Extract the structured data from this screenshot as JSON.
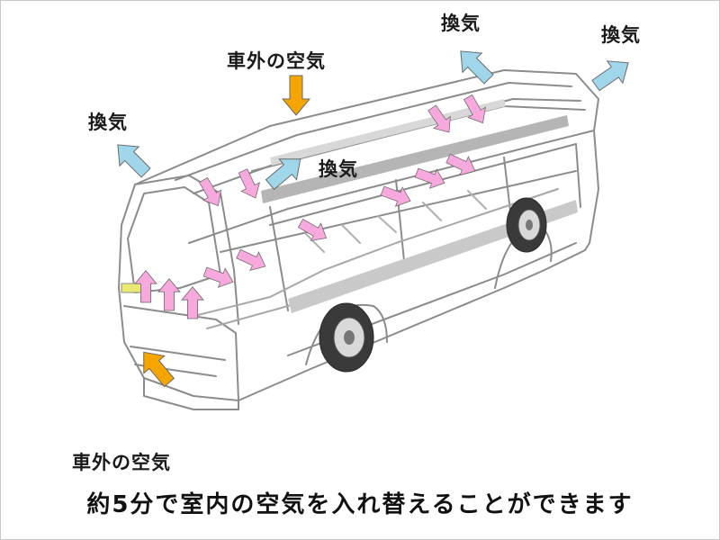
{
  "labels": {
    "exhaust": "換気",
    "outside_air": "車外の空気"
  },
  "caption": "約5分で室内の空気を入れ替えることができます",
  "colors": {
    "exhaust_arrow": "#9fd6ea",
    "outside_air_arrow": "#f5a400",
    "internal_flow_arrow": "#f7a8dc",
    "arrow_outline": "#6a6a6a",
    "bus_line": "#8c8c8c",
    "bus_shade": "#c9c9c9"
  },
  "icons": {
    "exhaust": "arrow-icon",
    "outside_air": "arrow-icon",
    "internal_flow": "arrow-icon"
  }
}
